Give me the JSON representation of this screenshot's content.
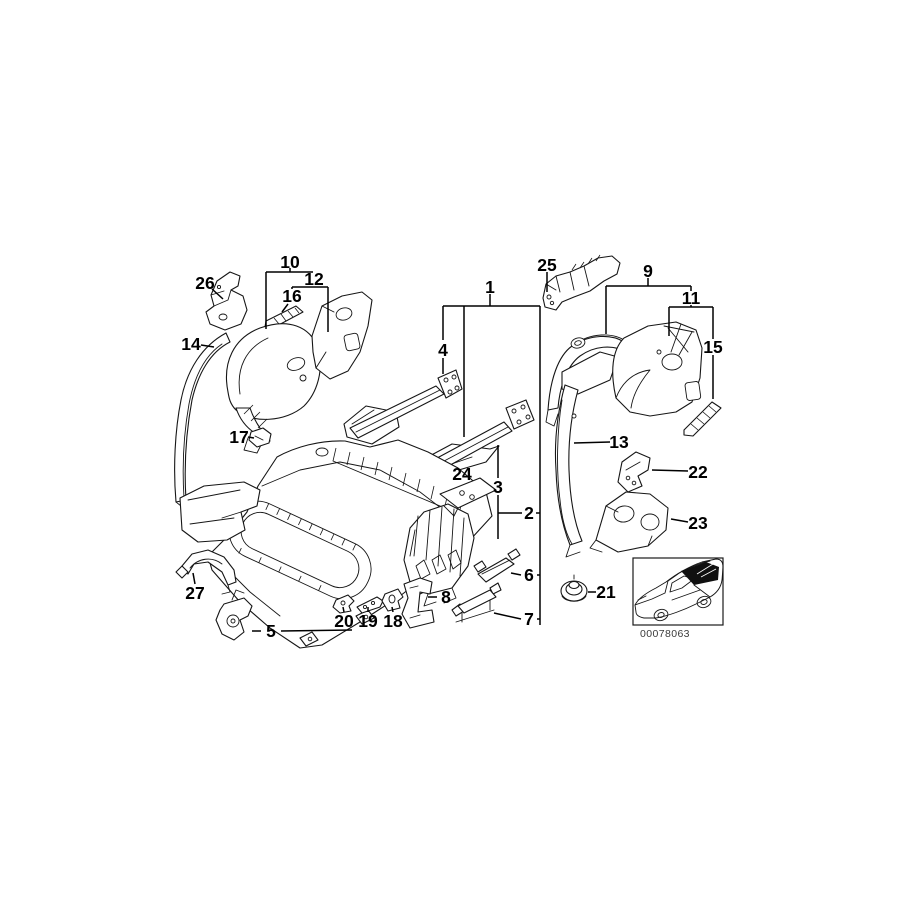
{
  "diagram": {
    "callouts": [
      "1",
      "2",
      "3",
      "4",
      "5",
      "6",
      "7",
      "8",
      "9",
      "10",
      "11",
      "12",
      "13",
      "14",
      "15",
      "16",
      "17",
      "18",
      "19",
      "20",
      "21",
      "22",
      "23",
      "24",
      "25",
      "26",
      "27"
    ],
    "image_id": "00078063"
  }
}
